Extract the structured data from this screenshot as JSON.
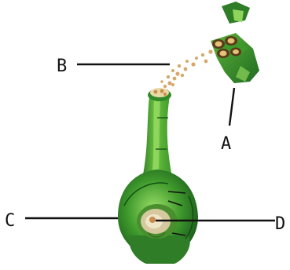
{
  "diagram": {
    "labels": {
      "a": "A",
      "b": "B",
      "c": "C",
      "d": "D"
    },
    "parts": [
      "stamen-anther-icon",
      "pollen-grains-icon",
      "pistil-stigma-style-icon",
      "ovary-icon",
      "ovule-icon"
    ],
    "colors": {
      "green_dark": "#1f6b22",
      "green_mid": "#3f9a2c",
      "green_light": "#8fd45a",
      "stigma": "#e9d9a6",
      "pollen": "#d8a86b",
      "ovule": "#d6c9a0",
      "leader": "#111111"
    }
  }
}
